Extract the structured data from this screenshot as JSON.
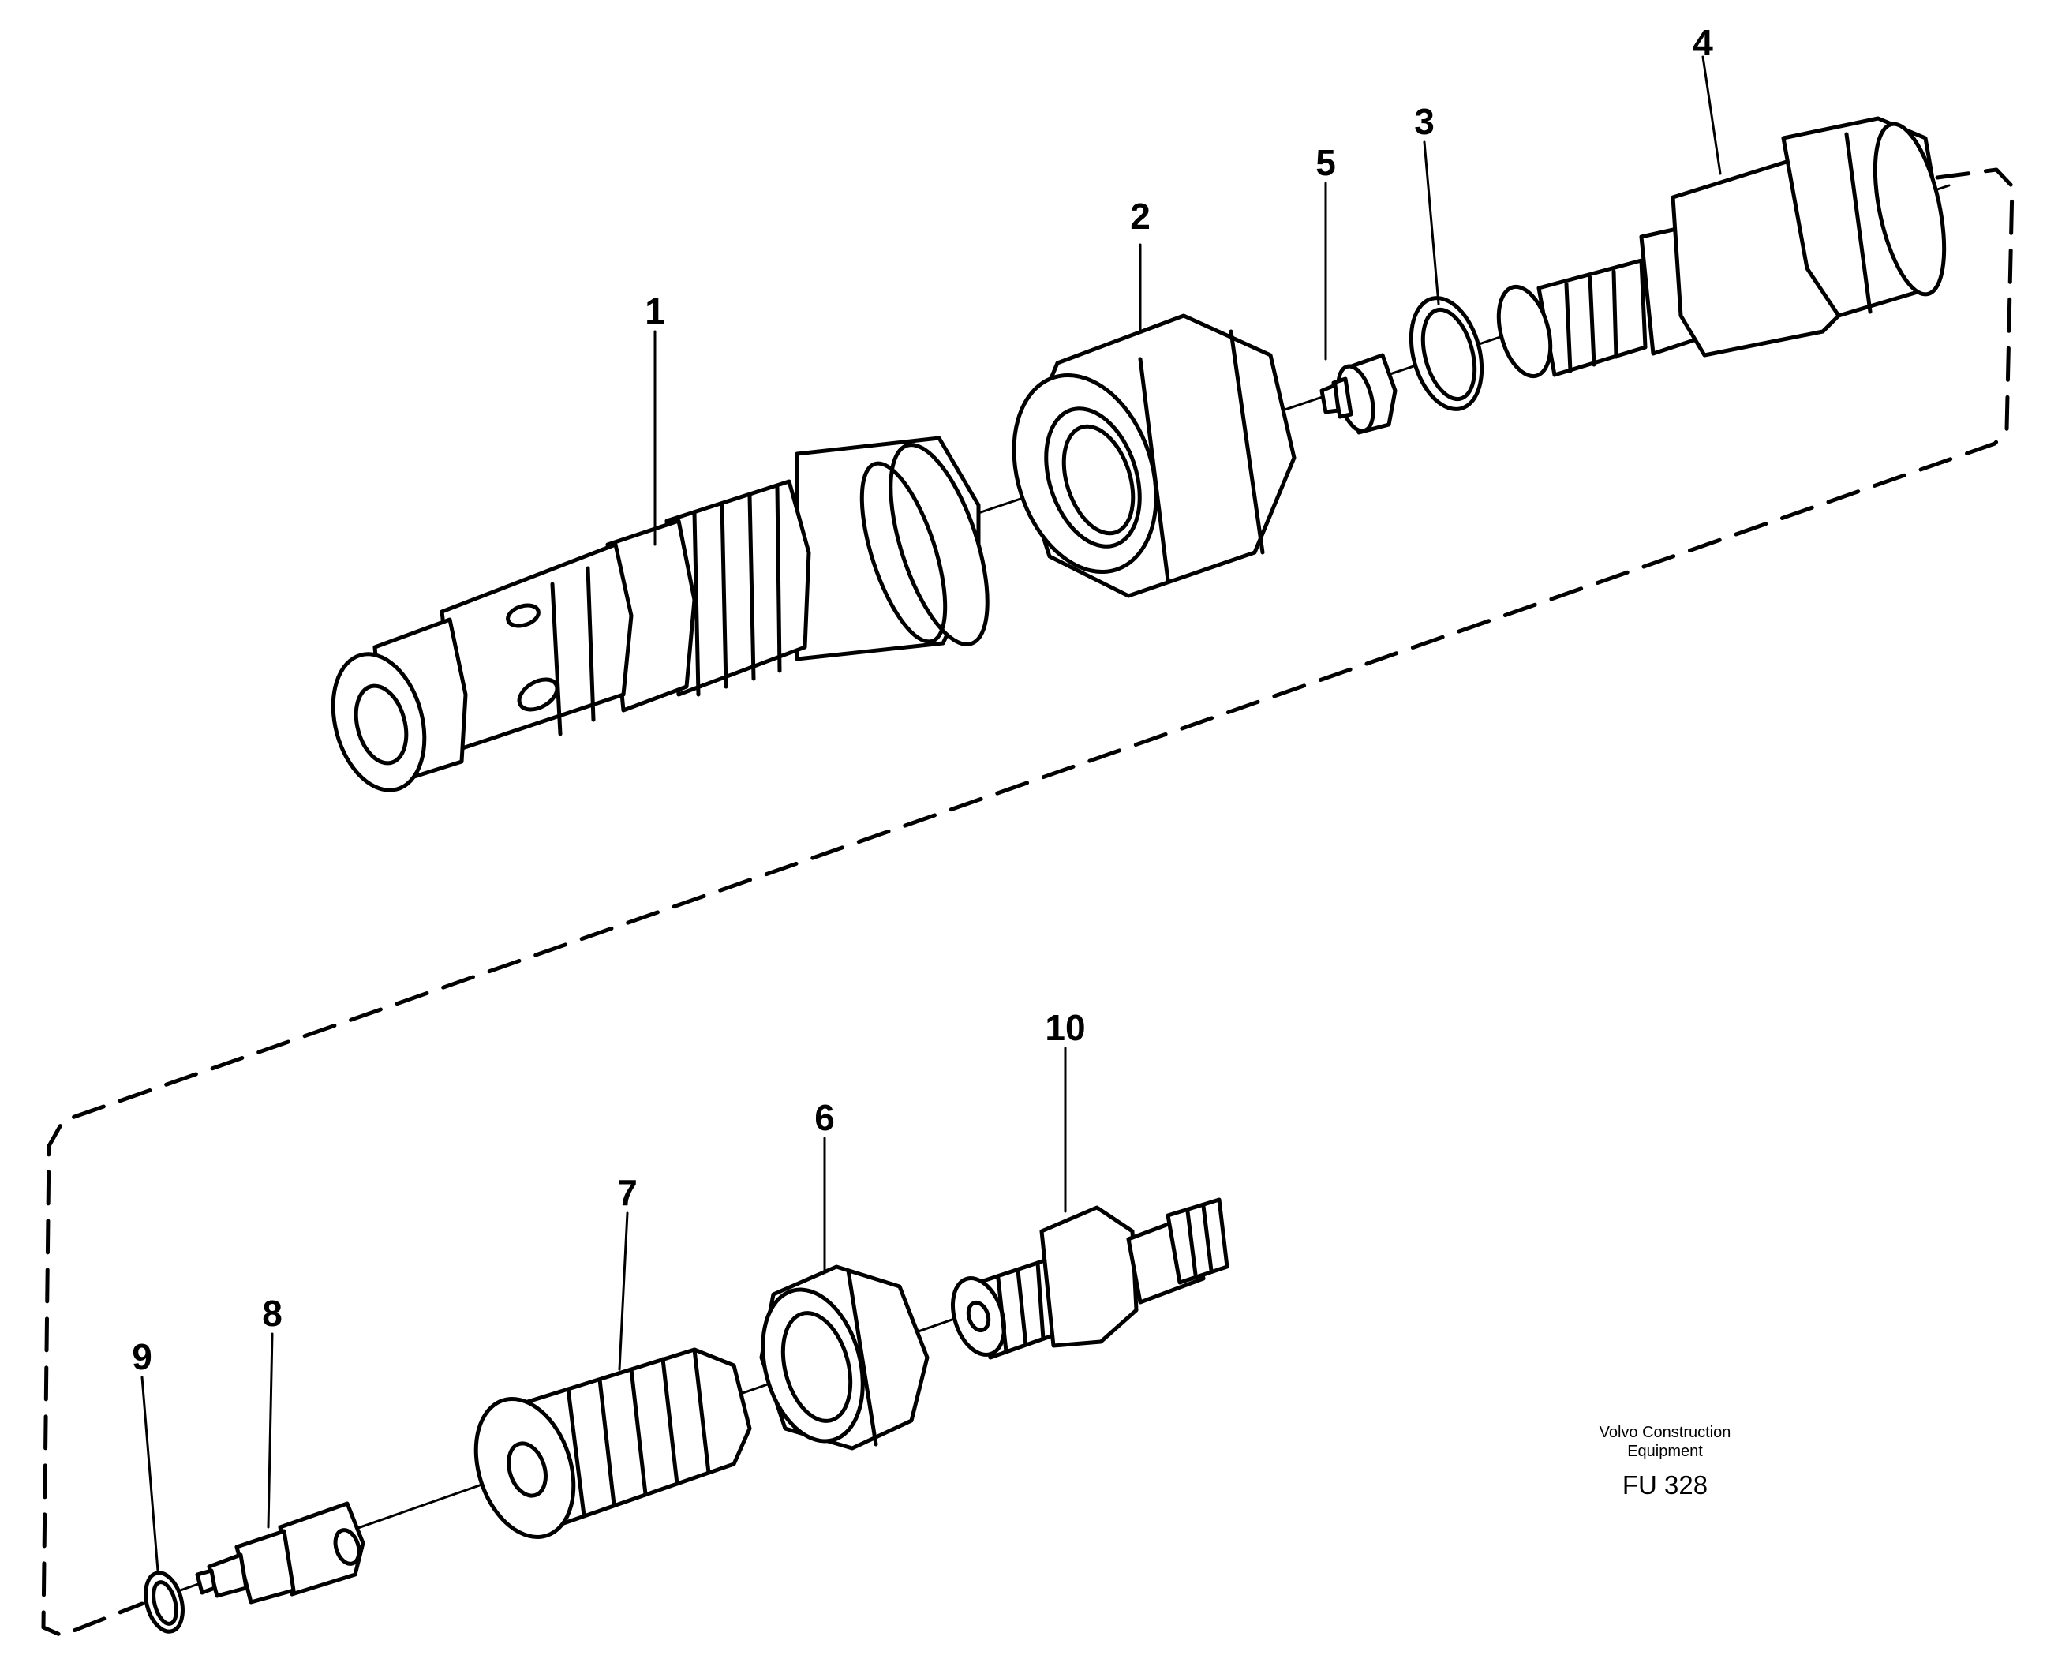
{
  "callouts": [
    "1",
    "2",
    "3",
    "4",
    "5",
    "6",
    "7",
    "8",
    "9",
    "10"
  ],
  "reference": {
    "company_line1": "Volvo Construction",
    "company_line2": "Equipment",
    "code": "FU 328"
  }
}
